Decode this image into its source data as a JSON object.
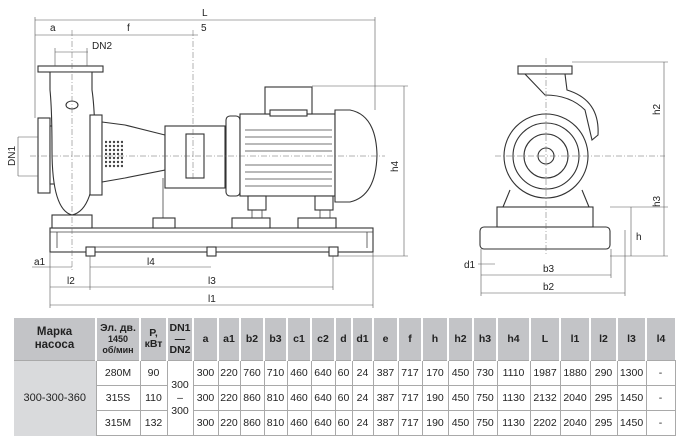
{
  "drawing": {
    "front_labels": {
      "L": "L",
      "a": "a",
      "f": "f",
      "s": "5",
      "DN2": "DN2",
      "DN1": "DN1",
      "h4": "h4",
      "a1": "a1",
      "l2": "l2",
      "l4": "l4",
      "l3": "l3",
      "l1": "l1"
    },
    "side_labels": {
      "h2": "h2",
      "h3": "h3",
      "h": "h",
      "d1": "d1",
      "b3": "b3",
      "b2": "b2"
    }
  },
  "table": {
    "headers": {
      "model": [
        "Марка",
        "насоса"
      ],
      "motor": [
        "Эл. дв.",
        "1450",
        "об/мин"
      ],
      "power": [
        "P,",
        "кВт"
      ],
      "dn": [
        "DN1",
        "—",
        "DN2"
      ],
      "dims": [
        "a",
        "a1",
        "b2",
        "b3",
        "c1",
        "c2",
        "d",
        "d1",
        "e",
        "f",
        "h",
        "h2",
        "h3",
        "h4",
        "L",
        "l1",
        "l2",
        "l3",
        "l4"
      ]
    },
    "model": "300-300-360",
    "dn_value": [
      "300",
      "–",
      "300"
    ],
    "rows": [
      {
        "motor": "280M",
        "power": "90",
        "dims": [
          "300",
          "220",
          "760",
          "710",
          "460",
          "640",
          "60",
          "24",
          "387",
          "717",
          "170",
          "450",
          "730",
          "1110",
          "1987",
          "1880",
          "290",
          "1300",
          "-"
        ]
      },
      {
        "motor": "315S",
        "power": "110",
        "dims": [
          "300",
          "220",
          "860",
          "810",
          "460",
          "640",
          "60",
          "24",
          "387",
          "717",
          "190",
          "450",
          "750",
          "1130",
          "2132",
          "2040",
          "295",
          "1450",
          "-"
        ]
      },
      {
        "motor": "315M",
        "power": "132",
        "dims": [
          "300",
          "220",
          "860",
          "810",
          "460",
          "640",
          "60",
          "24",
          "387",
          "717",
          "190",
          "450",
          "750",
          "1130",
          "2202",
          "2040",
          "295",
          "1450",
          "-"
        ]
      }
    ]
  }
}
